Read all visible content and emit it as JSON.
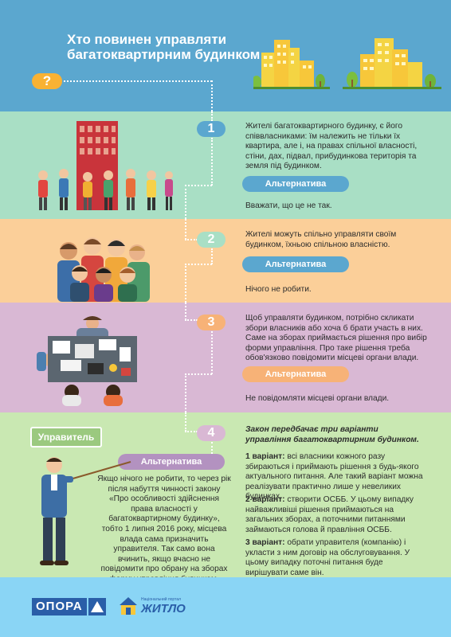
{
  "header": {
    "title_line1": "Хто повинен управляти",
    "title_line2": "багатоквартирним будинком",
    "question_mark": "?"
  },
  "steps": [
    {
      "number": "1",
      "text": "Жителі багатоквартирного будинку, є його співвласниками: їм належить не тільки їх квартира, але і, на правах спільної власності, стіни, дах, підвал, прибудинкова територія та земля під будинком.",
      "alt_label": "Альтернатива",
      "alt_text": "Вважати, що це не так."
    },
    {
      "number": "2",
      "text": "Жителі можуть спільно управляти своїм будинком, їхньою спільною власністю.",
      "alt_label": "Альтернатива",
      "alt_text": "Нічого не робити."
    },
    {
      "number": "3",
      "text": "Щоб управляти будинком, потрібно скликати збори власників або хоча б брати участь в них. Саме на зборах приймається рішення про вибір форми управління. Про таке рішення треба обов'язково повідомити місцеві органи влади.",
      "alt_label": "Альтернатива",
      "alt_text": "Не повідомляти місцеві органи влади."
    },
    {
      "number": "4",
      "intro": "Закон передбачає три варіанти управління багатоквартирним будинком.",
      "options": [
        {
          "label": "1 варіант:",
          "text": "всі власники кожного разу збираються і приймають рішення з будь-якого актуального питання. Але такий варіант можна реалізувати практично лише у невеликих будинках."
        },
        {
          "label": "2 варіант:",
          "text": "створити ОСББ. У цьому випадку найважливіші рішення приймаються на загальних зборах, а поточними питаннями займаються голова й правління ОСББ."
        },
        {
          "label": "3 варіант:",
          "text": "обрати управителя (компанію) і укласти з ним договір на обслуговування. У цьому випадку поточні питання буде вирішувати саме він."
        }
      ],
      "manager_sign": "Управитель",
      "alt_label": "Альтернатива",
      "alt_text": "Якщо нічого не робити, то через рік після набуття чинності закону «Про особливості здійснення права власності у багатоквартирному будинку», тобто 1 липня 2016 року, місцева влада сама призначить управителя. Так само вона вчинить, якщо вчасно не повідомити про обрану на зборах форму управління будинком."
    }
  ],
  "footer": {
    "opora": "ОПОРА",
    "zhytlo_small": "Національний портал",
    "zhytlo": "ЖИТЛО"
  },
  "colors": {
    "header_bg": "#5ba7cf",
    "sec1_bg": "#a9dfc5",
    "sec2_bg": "#fbcf99",
    "sec3_bg": "#d9b8d4",
    "sec4_bg": "#c9e8b2",
    "footer_bg": "#8ad5f5",
    "badge_blue": "#5ba7cf",
    "badge_peach": "#f7b277",
    "pill_blue": "#5ba7cf",
    "pill_purple": "#b392c0"
  }
}
